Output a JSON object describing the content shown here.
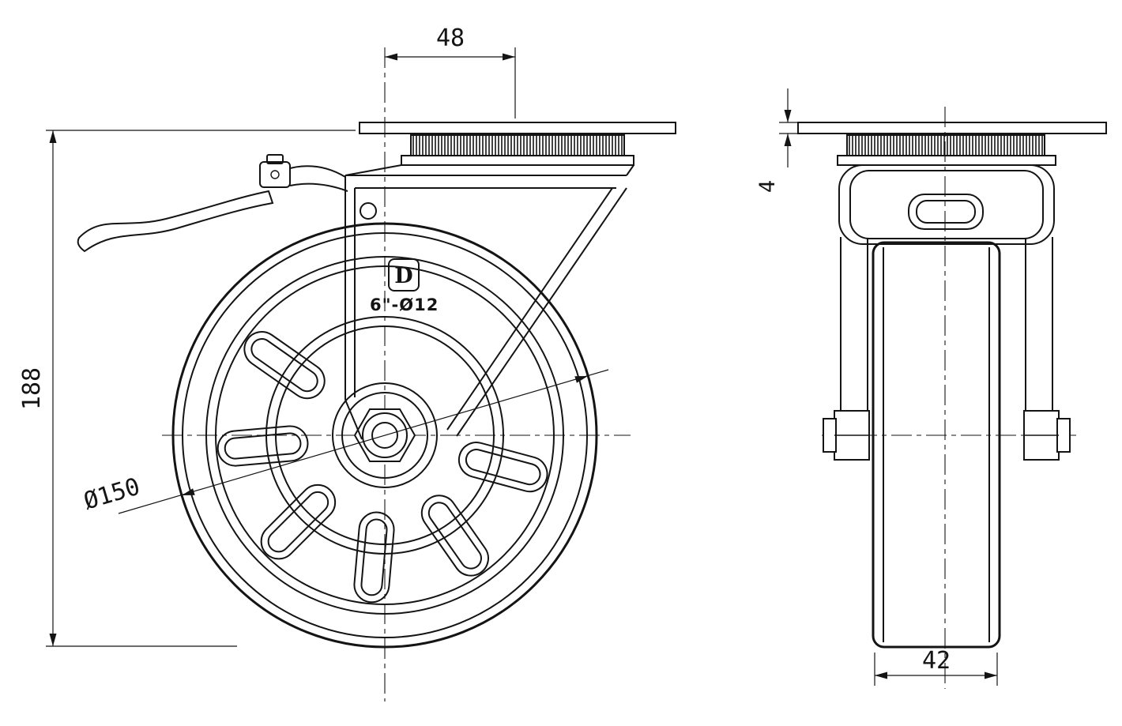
{
  "drawing": {
    "dimensions": {
      "top_offset": "48",
      "overall_height": "188",
      "wheel_diameter": "Ø150",
      "wheel_width": "42",
      "plate_thickness": "4"
    },
    "annotations": {
      "spec": "6\"-Ø12",
      "logo": "D"
    }
  }
}
